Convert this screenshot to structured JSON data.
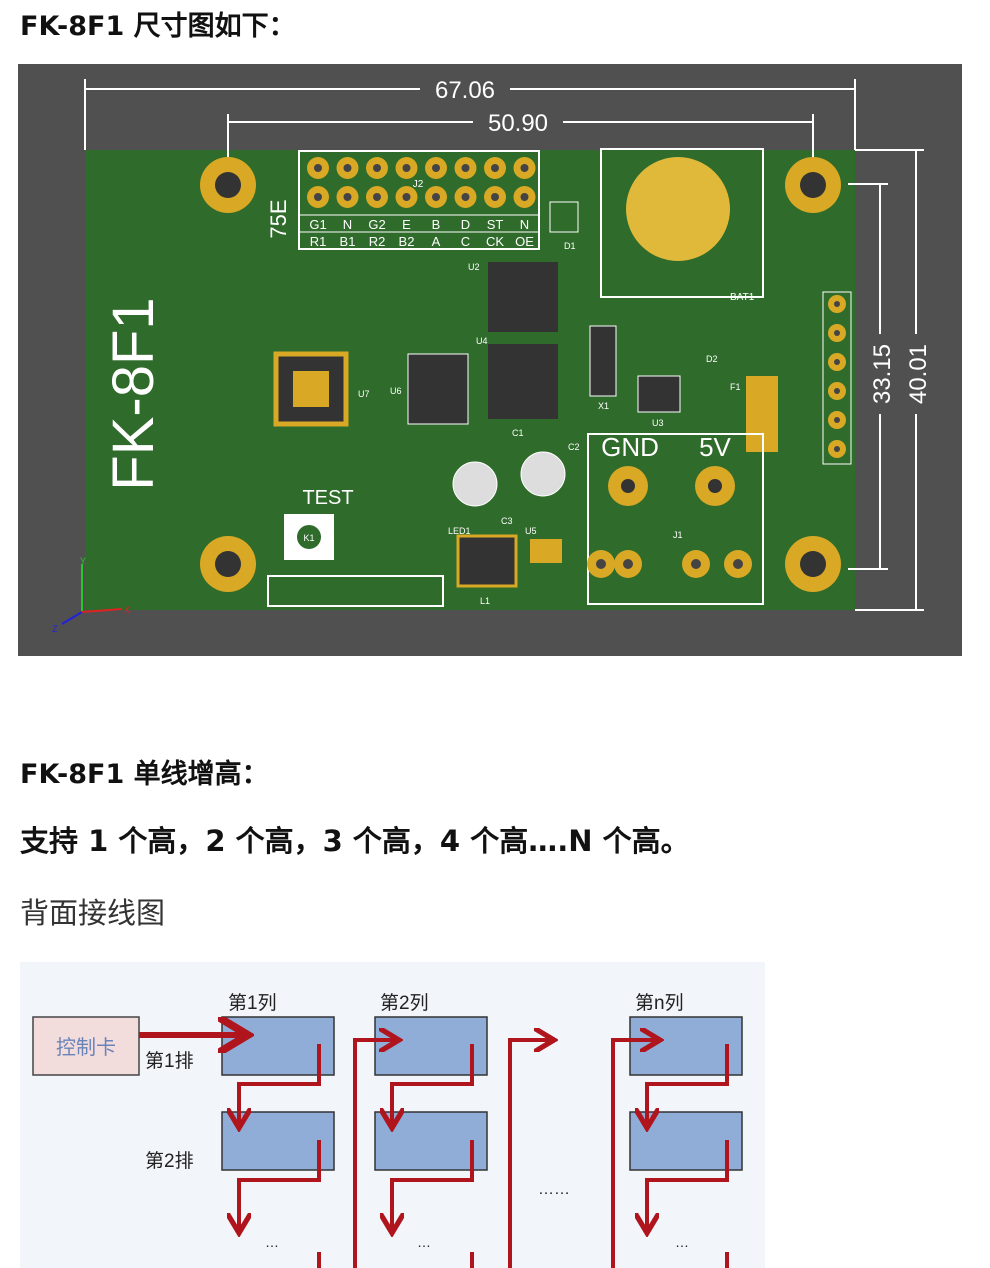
{
  "heading_dimensions": "FK-8F1 尺寸图如下：",
  "heading_cascade": "FK-8F1 单线增高：",
  "support_text": "支持 1 个高，2 个高，3 个高，4 个高….N 个高。",
  "back_wiring_title": "背面接线图",
  "pcb": {
    "board_name": "FK-8F1",
    "dim_width_outer": "67.06",
    "dim_width_inner": "50.90",
    "dim_height_inner": "33.15",
    "dim_height_outer": "40.01",
    "hub_label": "75E",
    "connector_label": "J2",
    "pins_top": [
      "G1",
      "N",
      "G2",
      "E",
      "B",
      "D",
      "ST",
      "N"
    ],
    "pins_bottom": [
      "R1",
      "B1",
      "R2",
      "B2",
      "A",
      "C",
      "CK",
      "OE"
    ],
    "test_label": "TEST",
    "gnd_label": "GND",
    "v5_label": "5V",
    "battery_label": "BAT1",
    "power_conn_label": "J1",
    "chip_labels": [
      "U7",
      "U6",
      "U2",
      "U4",
      "U3",
      "X1",
      "D1",
      "D2",
      "F1",
      "C1",
      "C2",
      "C3",
      "K1",
      "L1",
      "LED1",
      "U5"
    ],
    "axis": [
      "Y",
      "X",
      "Z"
    ]
  },
  "diagram": {
    "controller": "控制卡",
    "cols": [
      "第1列",
      "第2列",
      "第n列"
    ],
    "rows": [
      "第1排",
      "第2排"
    ],
    "ellipsis_mid": "……",
    "ellipsis_small": "…"
  },
  "colors": {
    "pcb_green": "#2f6b2a",
    "pad_gold": "#d9a825",
    "arrow_red": "#b0141c",
    "panel_blue": "#8fadd6"
  }
}
